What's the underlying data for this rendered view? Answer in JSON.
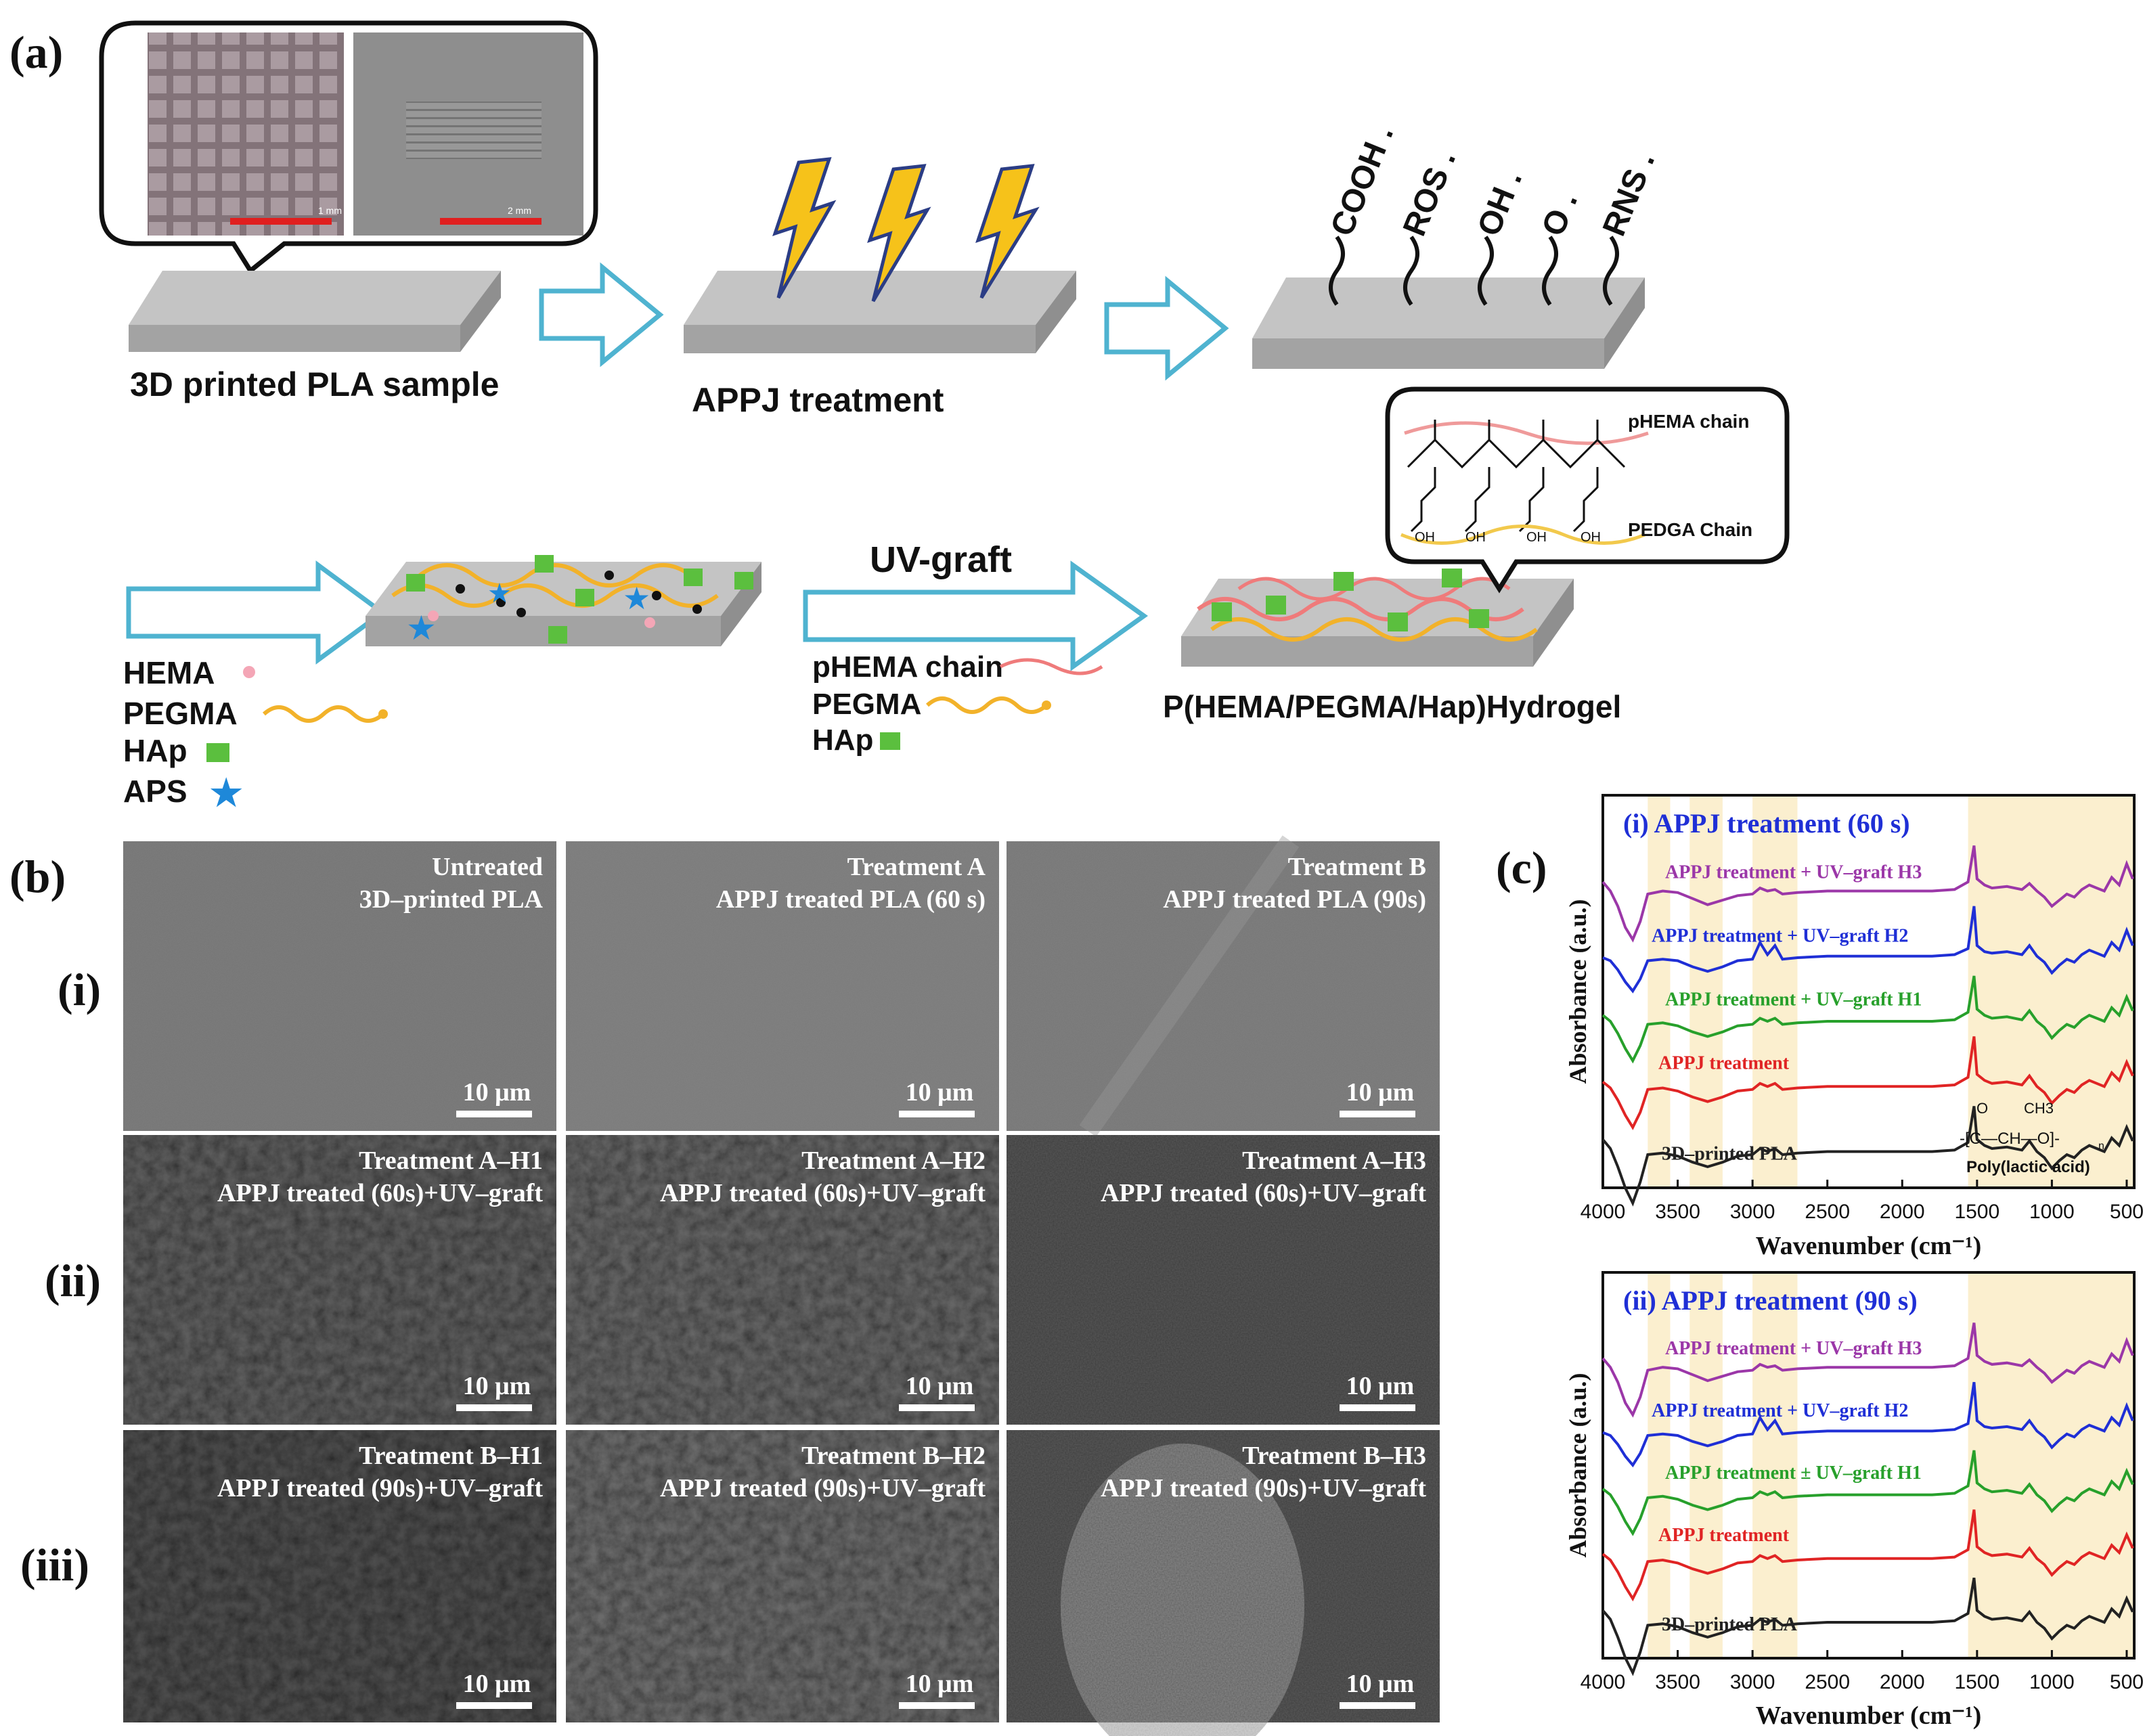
{
  "panel_a": {
    "label": "(a)",
    "step1": "3D printed PLA sample",
    "step2": "APPJ treatment",
    "groups": [
      "COOH .",
      "ROS .",
      "OH .",
      "O .",
      "RNS ."
    ],
    "legend_left": [
      "HEMA",
      "PEGMA",
      "HAp",
      "APS"
    ],
    "uv_graft": "UV-graft",
    "legend_mid": [
      "pHEMA chain",
      "PEGMA",
      "HAp"
    ],
    "result": "P(HEMA/PEGMA/Hap)Hydrogel",
    "chain1": "pHEMA chain",
    "chain2": "PEDGA Chain",
    "oh": "OH",
    "scale_a": "1 mm",
    "scale_b": "2 mm"
  },
  "panel_b": {
    "label": "(b)",
    "rows": [
      "(i)",
      "(ii)",
      "(iii)"
    ],
    "scalebar": "10 μm",
    "cells": [
      {
        "l1": "Untreated",
        "l2": "3D–printed PLA"
      },
      {
        "l1": "Treatment A",
        "l2": "APPJ treated   PLA (60 s)"
      },
      {
        "l1": "Treatment B",
        "l2": "APPJ treated   PLA  (90s)"
      },
      {
        "l1": "Treatment A–H1",
        "l2": "APPJ treated (60s)+UV–graft"
      },
      {
        "l1": "Treatment A–H2",
        "l2": "APPJ treated (60s)+UV–graft"
      },
      {
        "l1": "Treatment A–H3",
        "l2": "APPJ treated (60s)+UV–graft"
      },
      {
        "l1": "Treatment B–H1",
        "l2": "APPJ treated (90s)+UV–graft"
      },
      {
        "l1": "Treatment B–H2",
        "l2": "APPJ treated  (90s)+UV–graft"
      },
      {
        "l1": "Treatment B–H3",
        "l2": "APPJ treated (90s)+UV–graft"
      }
    ]
  },
  "panel_c": {
    "label": "(c)",
    "ylabel": "Absorbance (a.u.)",
    "xlabel": "Wavenumber (cm⁻¹)",
    "xticks": [
      "4000",
      "3500",
      "3000",
      "2500",
      "2000",
      "1500",
      "1000",
      "500"
    ],
    "pla_formula": "Poly(lactic acid)",
    "ch3": "CH3",
    "o_atom": "O",
    "chain_formula": "-[C—CH—O]-",
    "n_sub": "n"
  },
  "chart_data": [
    {
      "type": "line",
      "title": "(i)  APPJ treatment (60 s)",
      "xlabel": "Wavenumber (cm⁻¹)",
      "ylabel": "Absorbance (a.u.)",
      "xlim": [
        4000,
        450
      ],
      "x": [
        4000,
        3950,
        3900,
        3850,
        3800,
        3750,
        3700,
        3600,
        3500,
        3400,
        3300,
        3200,
        3100,
        3000,
        2950,
        2900,
        2850,
        2800,
        2700,
        2500,
        2200,
        2000,
        1800,
        1650,
        1560,
        1520,
        1500,
        1450,
        1400,
        1300,
        1200,
        1150,
        1100,
        1050,
        1000,
        950,
        900,
        850,
        800,
        750,
        700,
        650,
        600,
        550,
        500,
        460
      ],
      "series": [
        {
          "name": "APPJ treatment + UV–graft  H3",
          "color": "#9b37a8",
          "offset": 4.0,
          "values": [
            1.3,
            1.0,
            0.5,
            -0.2,
            -0.6,
            0.0,
            0.9,
            1.0,
            0.95,
            0.75,
            0.55,
            0.7,
            0.85,
            0.9,
            1.1,
            1.0,
            1.05,
            0.9,
            0.95,
            1.0,
            1.0,
            1.0,
            1.0,
            1.05,
            1.3,
            2.5,
            1.4,
            1.2,
            1.1,
            1.15,
            1.05,
            1.25,
            1.0,
            0.8,
            0.5,
            0.7,
            0.9,
            0.8,
            1.05,
            1.2,
            1.1,
            1.0,
            1.45,
            1.2,
            1.9,
            1.4
          ]
        },
        {
          "name": "APPJ treatment + UV–graft  H2",
          "color": "#1f2fd6",
          "offset": 3.0,
          "values": [
            0.9,
            0.8,
            0.5,
            0.1,
            -0.2,
            0.2,
            0.8,
            0.85,
            0.8,
            0.6,
            0.45,
            0.6,
            0.8,
            0.85,
            1.4,
            1.0,
            1.3,
            0.85,
            0.9,
            0.95,
            0.95,
            0.95,
            0.95,
            1.0,
            1.2,
            2.6,
            1.3,
            1.1,
            1.05,
            1.1,
            1.0,
            1.3,
            0.95,
            0.75,
            0.4,
            0.65,
            0.85,
            0.75,
            1.0,
            1.15,
            1.05,
            0.95,
            1.4,
            1.15,
            1.8,
            1.3
          ]
        },
        {
          "name": "APPJ treatment + UV–graft  H1",
          "color": "#27a02b",
          "offset": 2.0,
          "values": [
            1.1,
            0.9,
            0.5,
            0.0,
            -0.4,
            0.1,
            0.8,
            0.85,
            0.75,
            0.55,
            0.4,
            0.55,
            0.75,
            0.8,
            1.0,
            0.9,
            1.0,
            0.8,
            0.85,
            0.9,
            0.9,
            0.9,
            0.9,
            0.95,
            1.2,
            2.4,
            1.3,
            1.1,
            1.0,
            1.05,
            0.95,
            1.25,
            0.9,
            0.7,
            0.35,
            0.6,
            0.8,
            0.7,
            0.95,
            1.1,
            1.0,
            0.9,
            1.35,
            1.1,
            1.7,
            1.25
          ]
        },
        {
          "name": "APPJ treatment",
          "color": "#e02424",
          "offset": 1.0,
          "values": [
            1.0,
            0.8,
            0.4,
            -0.1,
            -0.5,
            0.0,
            0.75,
            0.8,
            0.7,
            0.5,
            0.35,
            0.5,
            0.7,
            0.75,
            0.95,
            0.85,
            0.95,
            0.75,
            0.8,
            0.85,
            0.85,
            0.85,
            0.85,
            0.9,
            1.15,
            2.5,
            1.25,
            1.05,
            0.95,
            1.0,
            0.9,
            1.2,
            0.85,
            0.65,
            0.3,
            0.55,
            0.75,
            0.65,
            0.9,
            1.05,
            0.95,
            0.85,
            1.3,
            1.05,
            1.65,
            1.2
          ]
        },
        {
          "name": "3D–printed PLA",
          "color": "#222222",
          "offset": 0.0,
          "values": [
            1.2,
            0.9,
            0.3,
            -0.4,
            -0.9,
            -0.2,
            0.7,
            0.75,
            0.65,
            0.45,
            0.3,
            0.45,
            0.65,
            0.7,
            0.9,
            0.8,
            0.9,
            0.7,
            0.75,
            0.8,
            0.8,
            0.8,
            0.8,
            0.85,
            1.1,
            2.3,
            1.2,
            1.0,
            0.9,
            0.95,
            0.85,
            1.15,
            0.8,
            0.6,
            0.25,
            0.5,
            0.7,
            0.6,
            0.85,
            1.0,
            0.9,
            0.8,
            1.25,
            1.0,
            1.6,
            1.15
          ]
        }
      ]
    },
    {
      "type": "line",
      "title": "(ii)  APPJ treatment (90 s)",
      "xlabel": "Wavenumber (cm⁻¹)",
      "ylabel": "Absorbance (a.u.)",
      "xlim": [
        4000,
        450
      ],
      "x": [
        4000,
        3950,
        3900,
        3850,
        3800,
        3750,
        3700,
        3600,
        3500,
        3400,
        3300,
        3200,
        3100,
        3000,
        2950,
        2900,
        2850,
        2800,
        2700,
        2500,
        2200,
        2000,
        1800,
        1650,
        1560,
        1520,
        1500,
        1450,
        1400,
        1300,
        1200,
        1150,
        1100,
        1050,
        1000,
        950,
        900,
        850,
        800,
        750,
        700,
        650,
        600,
        550,
        500,
        460
      ],
      "series": [
        {
          "name": "APPJ treatment + UV–graft  H3",
          "color": "#9b37a8",
          "offset": 4.0,
          "values": [
            1.3,
            1.0,
            0.5,
            -0.2,
            -0.6,
            0.0,
            0.9,
            1.0,
            0.95,
            0.75,
            0.55,
            0.7,
            0.85,
            0.9,
            1.1,
            1.0,
            1.05,
            0.9,
            0.95,
            1.0,
            1.0,
            1.0,
            1.0,
            1.05,
            1.3,
            2.5,
            1.4,
            1.2,
            1.1,
            1.15,
            1.05,
            1.25,
            1.0,
            0.8,
            0.5,
            0.7,
            0.9,
            0.8,
            1.05,
            1.2,
            1.1,
            1.0,
            1.45,
            1.2,
            1.9,
            1.4
          ]
        },
        {
          "name": "APPJ treatment + UV–graft  H2",
          "color": "#1f2fd6",
          "offset": 3.0,
          "values": [
            0.9,
            0.8,
            0.5,
            0.1,
            -0.2,
            0.2,
            0.8,
            0.85,
            0.8,
            0.6,
            0.45,
            0.6,
            0.8,
            0.85,
            1.4,
            1.0,
            1.3,
            0.85,
            0.9,
            0.95,
            0.95,
            0.95,
            0.95,
            1.0,
            1.2,
            2.6,
            1.3,
            1.1,
            1.05,
            1.1,
            1.0,
            1.3,
            0.95,
            0.75,
            0.4,
            0.65,
            0.85,
            0.75,
            1.0,
            1.15,
            1.05,
            0.95,
            1.4,
            1.15,
            1.8,
            1.3
          ]
        },
        {
          "name": "APPJ treatment ± UV–graft  H1",
          "color": "#27a02b",
          "offset": 2.0,
          "values": [
            1.1,
            0.9,
            0.5,
            0.0,
            -0.4,
            0.1,
            0.8,
            0.85,
            0.75,
            0.55,
            0.4,
            0.55,
            0.75,
            0.8,
            1.0,
            0.9,
            1.0,
            0.8,
            0.85,
            0.9,
            0.9,
            0.9,
            0.9,
            0.95,
            1.2,
            2.4,
            1.3,
            1.1,
            1.0,
            1.05,
            0.95,
            1.25,
            0.9,
            0.7,
            0.35,
            0.6,
            0.8,
            0.7,
            0.95,
            1.1,
            1.0,
            0.9,
            1.35,
            1.1,
            1.7,
            1.25
          ]
        },
        {
          "name": "APPJ treatment",
          "color": "#e02424",
          "offset": 1.0,
          "values": [
            1.0,
            0.8,
            0.4,
            -0.1,
            -0.5,
            0.0,
            0.75,
            0.8,
            0.7,
            0.5,
            0.35,
            0.5,
            0.7,
            0.75,
            0.95,
            0.85,
            0.95,
            0.75,
            0.8,
            0.85,
            0.85,
            0.85,
            0.85,
            0.9,
            1.15,
            2.5,
            1.25,
            1.05,
            0.95,
            1.0,
            0.9,
            1.2,
            0.85,
            0.65,
            0.3,
            0.55,
            0.75,
            0.65,
            0.9,
            1.05,
            0.95,
            0.85,
            1.3,
            1.05,
            1.65,
            1.2
          ]
        },
        {
          "name": "3D–printed PLA",
          "color": "#222222",
          "offset": 0.0,
          "values": [
            1.2,
            0.9,
            0.3,
            -0.4,
            -0.9,
            -0.2,
            0.7,
            0.75,
            0.65,
            0.45,
            0.3,
            0.45,
            0.65,
            0.7,
            0.9,
            0.8,
            0.9,
            0.7,
            0.75,
            0.8,
            0.8,
            0.8,
            0.8,
            0.85,
            1.1,
            2.3,
            1.2,
            1.0,
            0.9,
            0.95,
            0.85,
            1.15,
            0.8,
            0.6,
            0.25,
            0.5,
            0.7,
            0.6,
            0.85,
            1.0,
            0.9,
            0.8,
            1.25,
            1.0,
            1.6,
            1.15
          ]
        }
      ]
    }
  ]
}
